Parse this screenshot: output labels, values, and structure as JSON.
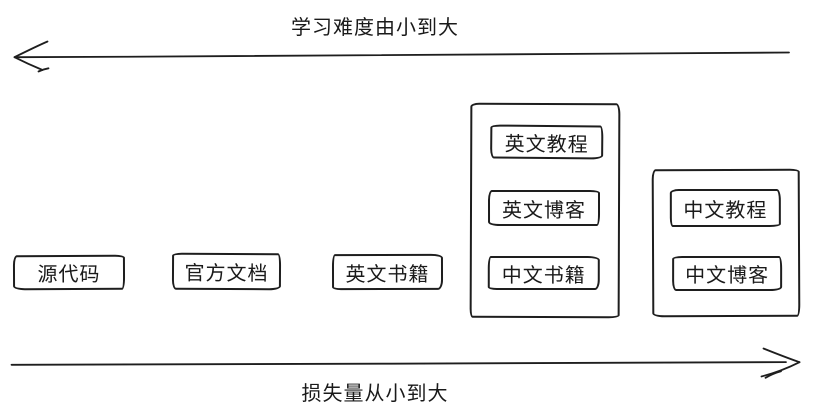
{
  "diagram": {
    "background": "#ffffff",
    "stroke_color": "#1e1e1e",
    "text_color": "#1a1a1a",
    "top_axis": {
      "label": "学习难度由小到大",
      "direction": "left"
    },
    "bottom_axis": {
      "label": "损失量从小到大",
      "direction": "right"
    },
    "boxes": [
      {
        "label": "源代码"
      },
      {
        "label": "官方文档"
      },
      {
        "label": "英文书籍"
      }
    ],
    "groups": [
      {
        "items": [
          {
            "label": "英文教程"
          },
          {
            "label": "英文博客"
          },
          {
            "label": "中文书籍"
          }
        ]
      },
      {
        "items": [
          {
            "label": "中文教程"
          },
          {
            "label": "中文博客"
          }
        ]
      }
    ]
  }
}
